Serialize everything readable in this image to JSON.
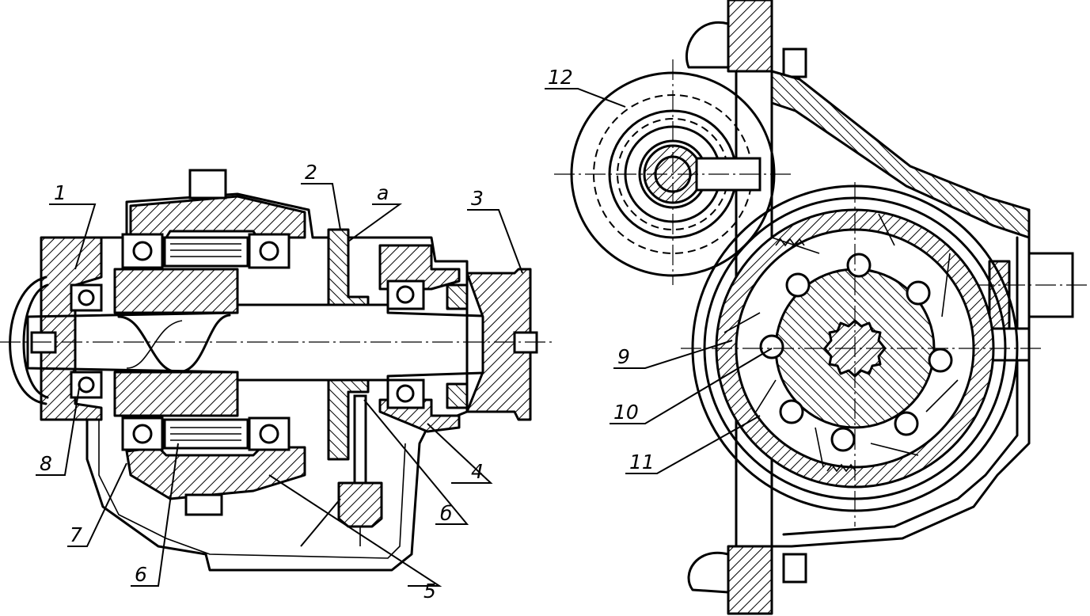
{
  "callouts": [
    {
      "id": "1",
      "text": "1"
    },
    {
      "id": "2",
      "text": "2"
    },
    {
      "id": "a",
      "text": "а"
    },
    {
      "id": "3",
      "text": "3"
    },
    {
      "id": "8",
      "text": "8"
    },
    {
      "id": "7",
      "text": "7"
    },
    {
      "id": "6",
      "text": "6"
    },
    {
      "id": "5",
      "text": "5"
    },
    {
      "id": "b",
      "text": "б"
    },
    {
      "id": "4",
      "text": "4"
    },
    {
      "id": "12",
      "text": "12"
    },
    {
      "id": "9",
      "text": "9"
    },
    {
      "id": "10",
      "text": "10"
    },
    {
      "id": "11",
      "text": "11"
    }
  ],
  "colors": {
    "ink": "#000000",
    "paper": "#ffffff"
  }
}
